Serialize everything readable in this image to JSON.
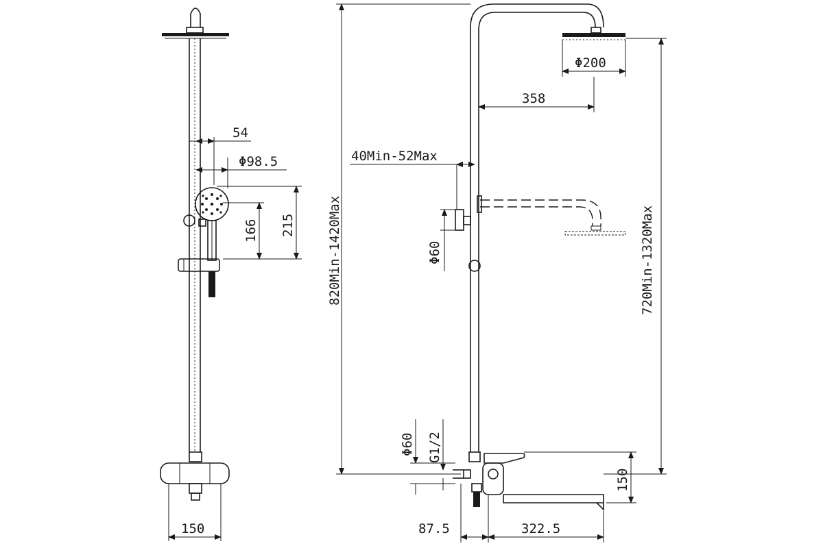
{
  "dimensions": {
    "side": {
      "offset_hand_shower": "54",
      "hand_shower_diameter": "Φ98.5",
      "height_166": "166",
      "height_215": "215",
      "mixer_width": "150"
    },
    "front": {
      "head_diameter": "Φ200",
      "arm_reach": "358",
      "wall_offset": "40Min-52Max",
      "flange_upper": "Φ60",
      "flange_lower": "Φ60",
      "thread": "G1/2",
      "total_height": "820Min-1420Max",
      "head_height": "720Min-1320Max",
      "spout_height": "150",
      "wall_to_mixer": "87.5",
      "spout_length": "322.5"
    }
  }
}
